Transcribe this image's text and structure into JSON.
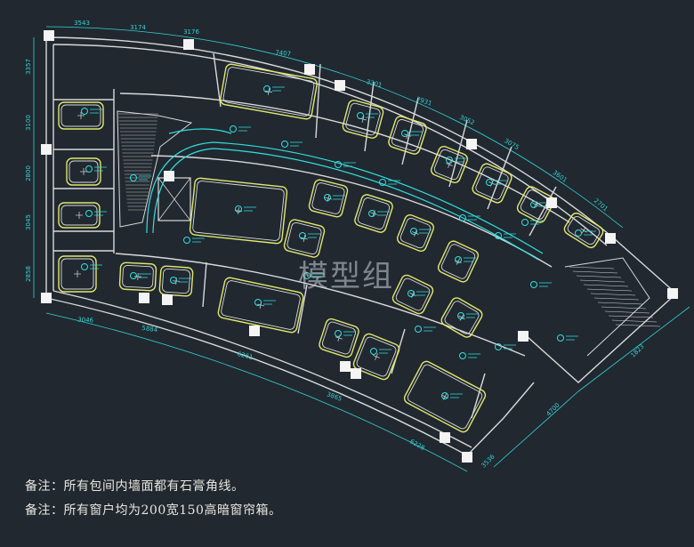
{
  "dimensions": {
    "top": [
      "3543",
      "3174",
      "3176",
      "7407",
      "3301",
      "2931",
      "3052",
      "3075",
      "3601",
      "2701"
    ],
    "left": [
      "3357",
      "3100",
      "2800",
      "3045",
      "2858"
    ],
    "bottom": [
      "3046",
      "5884",
      "6261",
      "3865",
      "6228",
      "3536",
      "4700",
      "1823"
    ]
  },
  "notes": {
    "note1": "备注：所有包间内墙面都有石膏角线。",
    "note2": "备注：所有窗户均为200宽150高暗窗帘箱。"
  },
  "watermark": "模型组",
  "colors": {
    "background": "#212830",
    "wall": "#d9d9d9",
    "ceiling_panel": "#e2e86a",
    "cyan_line": "#2fe0e0",
    "dimension": "#34d2d2",
    "light_symbol": "#c8c8c8"
  }
}
